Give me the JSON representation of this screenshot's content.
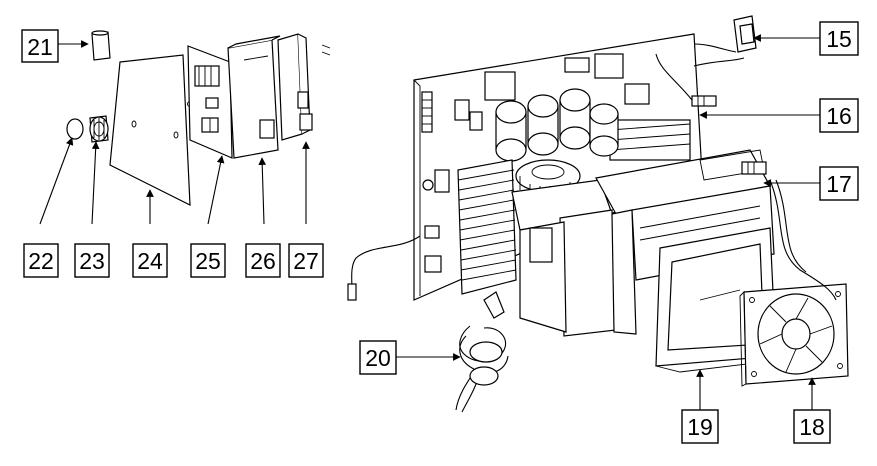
{
  "labels": {
    "n15": "15",
    "n16": "16",
    "n17": "17",
    "n18": "18",
    "n19": "19",
    "n20": "20",
    "n21": "21",
    "n22": "22",
    "n23": "23",
    "n24": "24",
    "n25": "25",
    "n26": "26",
    "n27": "27"
  }
}
